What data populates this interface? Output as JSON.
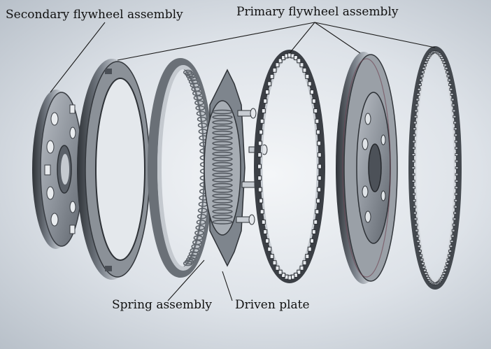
{
  "labels": {
    "secondary": "Secondary flywheel assembly",
    "primary": "Primary flywheel assembly",
    "spring": "Spring assembly",
    "driven": "Driven plate"
  },
  "colors": {
    "metal_dark": "#3e4248",
    "metal_mid": "#8a9099",
    "metal_light": "#d7dbe0",
    "leader_line": "#1a1a1a"
  }
}
